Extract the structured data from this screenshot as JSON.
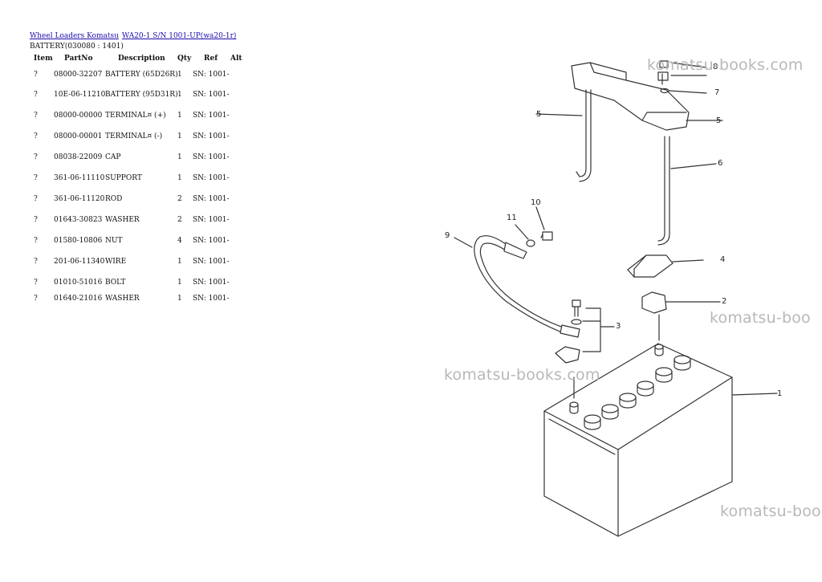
{
  "breadcrumb": {
    "link1": "Wheel Loaders Komatsu",
    "link2": "WA20-1 S/N 1001-UP(wa20-1r)"
  },
  "section_title": "BATTERY(030080 : 1401)",
  "table": {
    "headers": [
      "Item",
      "PartNo",
      "Description",
      "Qty",
      "Ref",
      "Alt"
    ],
    "rows": [
      {
        "item": "?",
        "partno": "08000-32207",
        "desc": "BATTERY (65D26R)",
        "qty": "1",
        "ref": "SN: 1001-"
      },
      {
        "item": "?",
        "partno": "10E-06-11210",
        "desc": "BATTERY (95D31R)",
        "qty": "1",
        "ref": "SN: 1001-"
      },
      {
        "item": "?",
        "partno": "08000-00000",
        "desc": "TERMINAL¤ (+)",
        "qty": "1",
        "ref": "SN: 1001-"
      },
      {
        "item": "?",
        "partno": "08000-00001",
        "desc": "TERMINAL¤ (-)",
        "qty": "1",
        "ref": "SN: 1001-"
      },
      {
        "item": "?",
        "partno": "08038-22009",
        "desc": "CAP",
        "qty": "1",
        "ref": "SN: 1001-"
      },
      {
        "item": "?",
        "partno": "361-06-11110",
        "desc": "SUPPORT",
        "qty": "1",
        "ref": "SN: 1001-"
      },
      {
        "item": "?",
        "partno": "361-06-11120",
        "desc": "ROD",
        "qty": "2",
        "ref": "SN: 1001-"
      },
      {
        "item": "?",
        "partno": "01643-30823",
        "desc": "WASHER",
        "qty": "2",
        "ref": "SN: 1001-"
      },
      {
        "item": "?",
        "partno": "01580-10806",
        "desc": "NUT",
        "qty": "4",
        "ref": "SN: 1001-"
      },
      {
        "item": "?",
        "partno": "201-06-11340",
        "desc": "WIRE",
        "qty": "1",
        "ref": "SN: 1001-"
      },
      {
        "item": "?",
        "partno": "01010-51016",
        "desc": "BOLT",
        "qty": "1",
        "ref": "SN: 1001-"
      },
      {
        "item": "?",
        "partno": "01640-21016",
        "desc": "WASHER",
        "qty": "1",
        "ref": "SN: 1001-"
      }
    ]
  },
  "diagram": {
    "callouts": [
      "1",
      "2",
      "3",
      "4",
      "5",
      "5",
      "6",
      "7",
      "8",
      "9",
      "10",
      "11"
    ],
    "watermarks": [
      "komatsu-books.com",
      "komatsu-boo",
      "komatsu-books.com",
      "komatsu-boo"
    ]
  }
}
